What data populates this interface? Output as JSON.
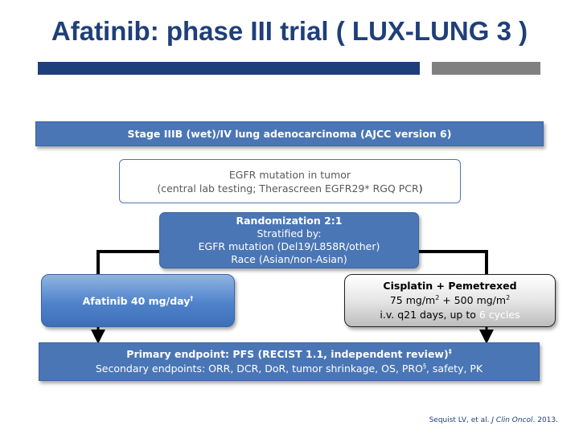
{
  "title": "Afatinib: phase III trial ( LUX-LUNG 3 )",
  "colors": {
    "title": "#1f3f7a",
    "box_blue": "#4a76b5",
    "bar_blue": "#1f3f7a",
    "bar_gray": "#808080",
    "highlight": "#ffffff"
  },
  "nodes": {
    "stage": {
      "text": "Stage IIIB (wet)/IV lung adenocarcinoma (AJCC version 6)"
    },
    "egfr": {
      "line1": "EGFR mutation in tumor",
      "line2_main": "(central lab testing; Therascreen EGFR29* RGQ PCR",
      "line2_end": ")"
    },
    "randomization": {
      "title": "Randomization 2:1",
      "line1": "Stratified by:",
      "line2": "EGFR mutation (Del19/L858R/other)",
      "line3": "Race (Asian/non-Asian)"
    },
    "afatinib": {
      "label": "Afatinib 40 mg/day",
      "sup": "†"
    },
    "cisplatin": {
      "title": "Cisplatin + Pemetrexed",
      "dose_a": "75 mg/m",
      "dose_a_sup": "2",
      "dose_plus": " + 500 mg/m",
      "dose_b_sup": "2",
      "schedule": "i.v. q21 days, up to ",
      "cycles": "6 cycles"
    },
    "endpoint": {
      "primary": "Primary endpoint: PFS (RECIST 1.1, independent review)",
      "primary_sup": "‡",
      "secondary_a": "Secondary endpoints: ORR, DCR, DoR, tumor shrinkage, OS, PRO",
      "secondary_sup": "§",
      "secondary_b": ", safety, PK"
    }
  },
  "citation": {
    "authors": "Sequist LV, et al. ",
    "journal": "J Clin Oncol",
    "year": ". 2013."
  }
}
